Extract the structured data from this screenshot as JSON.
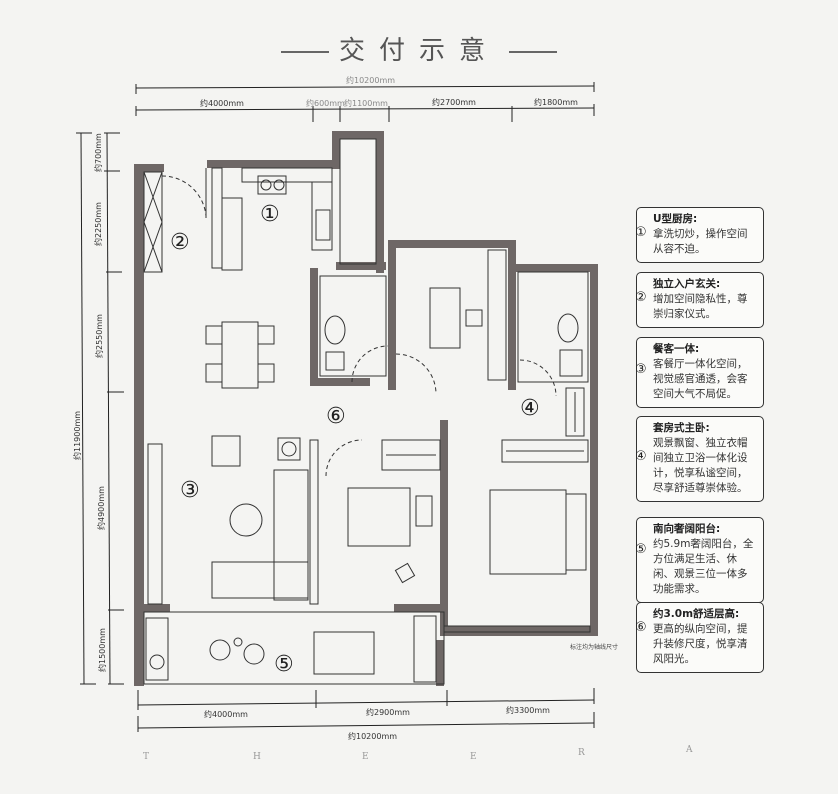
{
  "title": "交付示意",
  "dimensions": {
    "top_total": "约10200mm",
    "top_segments": [
      "约4000mm",
      "约600mm",
      "约1100mm",
      "约2700mm",
      "约1800mm"
    ],
    "left_total": "约11900mm",
    "left_segments": [
      "约700mm",
      "约2250mm",
      "约2550mm",
      "约4900mm",
      "约1500mm"
    ],
    "bottom_segments": [
      "约4000mm",
      "约2900mm",
      "约3300mm"
    ],
    "bottom_total": "约10200mm"
  },
  "room_markers": [
    "①",
    "②",
    "③",
    "④",
    "⑤",
    "⑥"
  ],
  "legend": [
    {
      "num": "①",
      "heading": "U型厨房:",
      "body": "拿洗切炒，操作空间从容不迫。"
    },
    {
      "num": "②",
      "heading": "独立入户玄关:",
      "body": "增加空间隐私性，尊崇归家仪式。"
    },
    {
      "num": "③",
      "heading": "餐客一体:",
      "body": "客餐厅一体化空间，视觉感官通透，会客空间大气不局促。"
    },
    {
      "num": "④",
      "heading": "套房式主卧:",
      "body": "观景飘窗、独立衣帽间独立卫浴一体化设计，悦享私谧空间，尽享舒适尊崇体验。"
    },
    {
      "num": "⑤",
      "heading": "南向奢阔阳台:",
      "body": "约5.9m奢阔阳台，全方位满足生活、休闲、观景三位一体多功能需求。"
    },
    {
      "num": "⑥",
      "heading": "约3.0m舒适层高:",
      "body": "更高的纵向空间，提升装修尺度，悦享清风阳光。"
    }
  ],
  "note": "标注均为轴线尺寸",
  "footer_letters": [
    "T",
    "H",
    "E",
    "E",
    "R",
    "A"
  ],
  "colors": {
    "wall": "#6e6766",
    "line": "#333333",
    "background": "#f4f4f2"
  }
}
